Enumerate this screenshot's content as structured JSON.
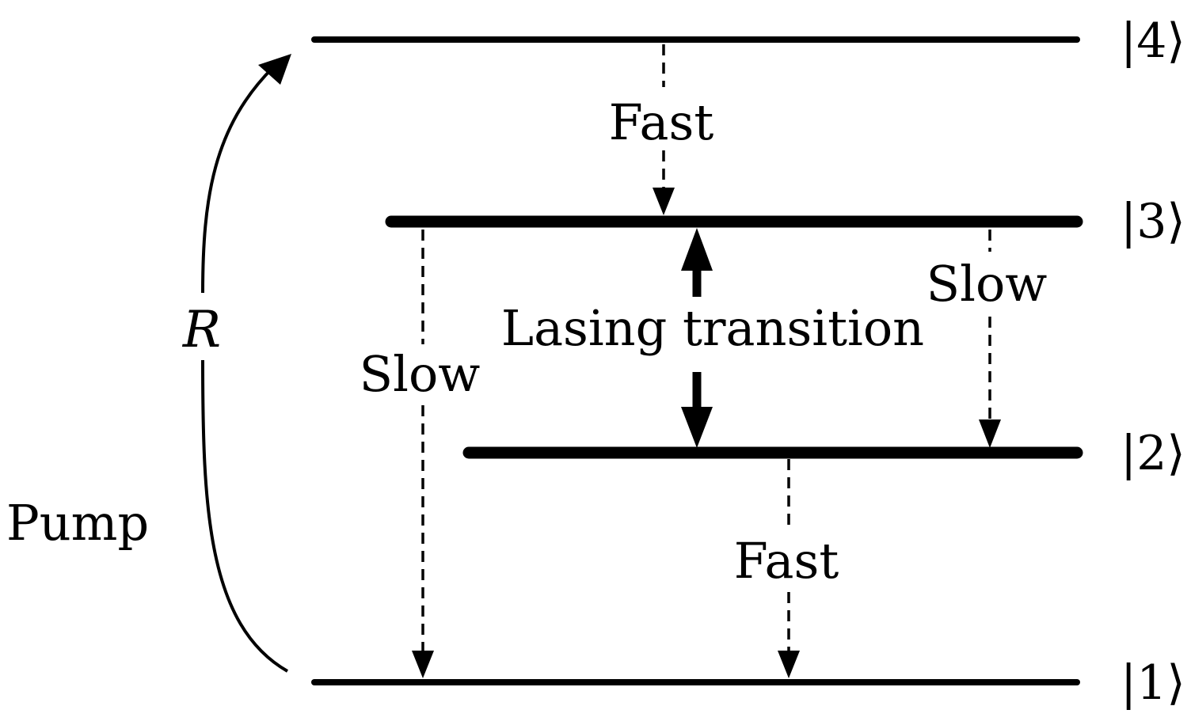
{
  "levels": [
    {
      "ket": "|4⟩"
    },
    {
      "ket": "|3⟩"
    },
    {
      "ket": "|2⟩"
    },
    {
      "ket": "|1⟩"
    }
  ],
  "pump": {
    "label": "Pump",
    "rate": "R"
  },
  "transitions": {
    "fast_4_3": "Fast",
    "slow_3_1": "Slow",
    "slow_3_2": "Slow",
    "lasing_3_2": "Lasing transition",
    "fast_2_1": "Fast"
  },
  "colors": {
    "ink": "#000000",
    "background": "#ffffff"
  }
}
